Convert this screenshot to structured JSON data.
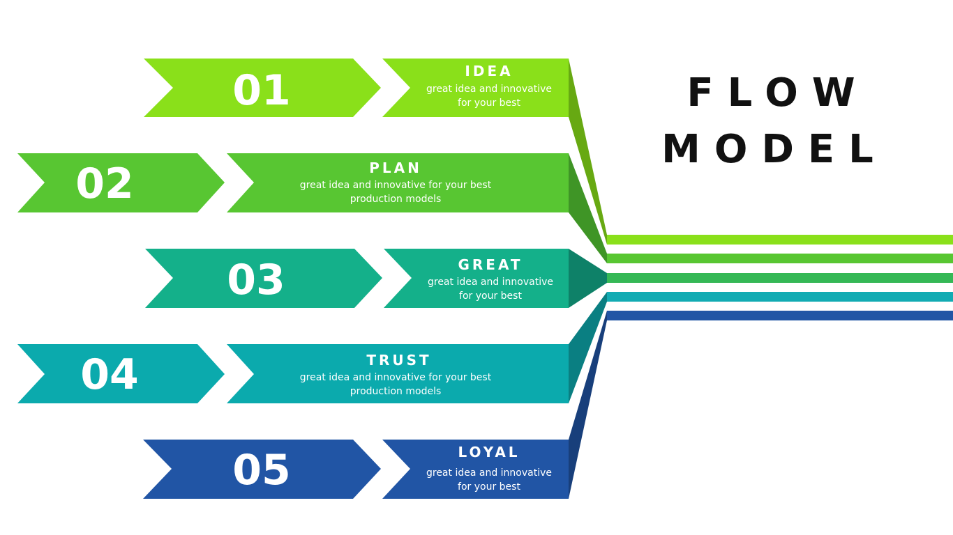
{
  "title": {
    "line1": "FLOW",
    "line2": "MODEL"
  },
  "steps": [
    {
      "number": "01",
      "title": "IDEA",
      "desc_line1": "great idea and innovative",
      "desc_line2": "for your best",
      "color": "#8AE01A",
      "shade": "#67A912"
    },
    {
      "number": "02",
      "title": "PLAN",
      "desc_line1": "great idea and innovative for your best",
      "desc_line2": "production models",
      "color": "#58C632",
      "shade": "#3F9526"
    },
    {
      "number": "03",
      "title": "GREAT",
      "desc_line1": "great idea and innovative",
      "desc_line2": "for your best",
      "color": "#14B08A",
      "shade": "#0E8168"
    },
    {
      "number": "04",
      "title": "TRUST",
      "desc_line1": "great idea and innovative for your best",
      "desc_line2": "production models",
      "color": "#0BAAAD",
      "shade": "#0A7F82"
    },
    {
      "number": "05",
      "title": "LOYAL",
      "desc_line1": "great idea and innovative",
      "desc_line2": "for your best",
      "color": "#2155A5",
      "shade": "#183F7B"
    }
  ],
  "stripes": [
    {
      "color": "#8AE01A"
    },
    {
      "color": "#58C632"
    },
    {
      "color": "#35B856"
    },
    {
      "color": "#12ABB3"
    },
    {
      "color": "#2155A5"
    }
  ]
}
